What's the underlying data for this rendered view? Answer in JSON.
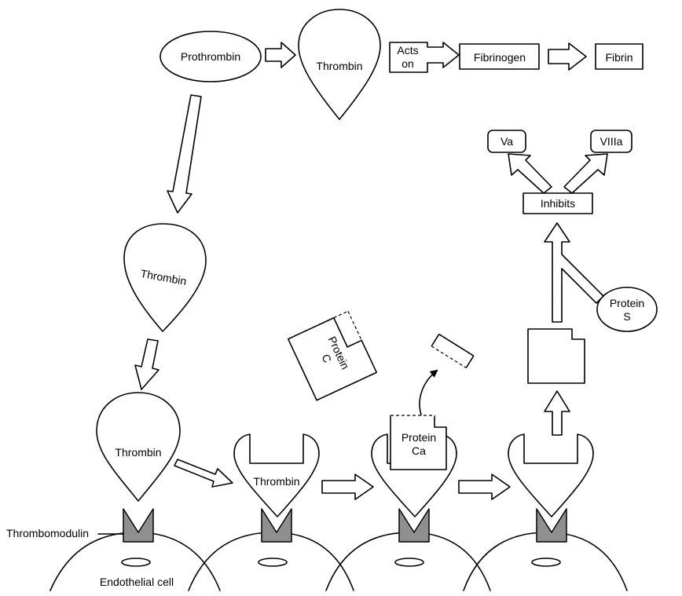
{
  "labels": {
    "prothrombin": "Prothrombin",
    "thrombin": "Thrombin",
    "acts": "Acts",
    "on": "on",
    "fibrinogen": "Fibrinogen",
    "fibrin": "Fibrin",
    "va": "Va",
    "viiia": "VIIIa",
    "inhibits": "Inhibits",
    "protein": "Protein",
    "s": "S",
    "c": "C",
    "ca": "Ca",
    "thrombomodulin": "Thrombomodulin",
    "endothelial_cell": "Endothelial cell"
  }
}
